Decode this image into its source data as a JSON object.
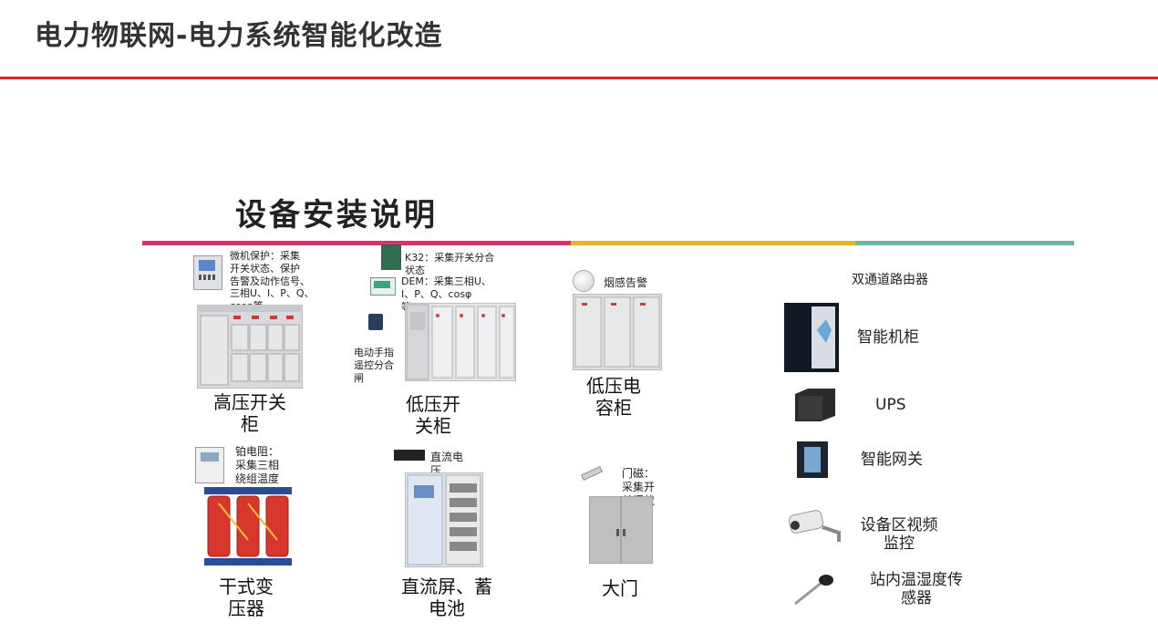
{
  "header": {
    "title": "电力物联网-电力系统智能化改造"
  },
  "section": {
    "title": "设备安装说明"
  },
  "colors": {
    "accent_red": "#e0222b",
    "stripe_pink": "#d8336a",
    "stripe_yellow": "#e8b32a",
    "stripe_green": "#6fb39a"
  },
  "equipment": {
    "hv_cabinet": {
      "label": "高压开关\n柜",
      "note": "微机保护：采集\n开关状态、保护\n告警及动作信号、\n三相U、I、P、Q、\ncosφ等"
    },
    "lv_cabinet": {
      "label": "低压开\n关柜",
      "note_k32": "K32：采集开关分合\n状态",
      "note_dem": "DEM：采集三相U、\nI、P、Q、cosφ\n等",
      "note_hand": "电动手指\n遥控分合\n闸"
    },
    "lv_capacitor": {
      "label": "低压电\n容柜",
      "note": "烟感告警"
    },
    "transformer": {
      "label": "干式变\n压器",
      "note": "铂电阻：\n采集三相\n绕组温度"
    },
    "dc_screen": {
      "label": "直流屏、蓄\n电池",
      "note": "直流电\n压"
    },
    "gate": {
      "label": "大门",
      "note": "门磁：\n采集开\n关门状\n态"
    }
  },
  "right_list": {
    "router": "双通道路由器",
    "smart_cabinet": "智能机柜",
    "ups": "UPS",
    "gateway": "智能网关",
    "camera": "设备区视频\n监控",
    "temp_sensor": "站内温湿度传\n感器"
  }
}
